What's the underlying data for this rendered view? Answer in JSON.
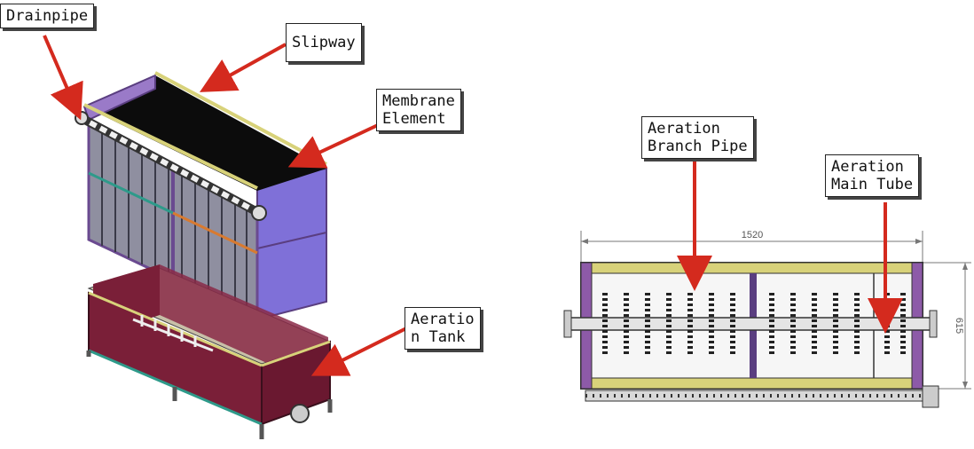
{
  "labels": {
    "drainpipe": "Drainpipe",
    "slipway": "Slipway",
    "membrane_element": "Membrane\nElement",
    "aeration_tank": "Aeratio\nn Tank",
    "aeration_branch_pipe": "Aeration\nBranch Pipe",
    "aeration_main_tube": "Aeration\nMain Tube"
  },
  "dimensions": {
    "width": "1520",
    "height": "615"
  },
  "colors": {
    "arrow": "#d42a1e",
    "frame_purple": "#8d5aa8",
    "panel_violet": "#7f70d8",
    "tank_maroon": "#7a1f38",
    "rail_yellow": "#d8d27a"
  }
}
